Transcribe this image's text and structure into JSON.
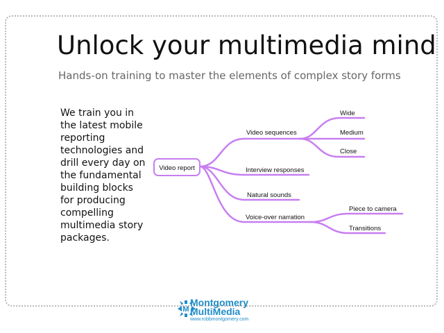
{
  "slide": {
    "title": "Unlock your multimedia mind",
    "subtitle": "Hands-on training to master the elements of complex story forms",
    "body_lines": [
      "We train you in",
      "the latest mobile",
      "reporting",
      "technologies and",
      "drill every day on",
      "the fundamental",
      "building blocks",
      "for producing",
      "compelling",
      "multimedia story",
      "packages."
    ]
  },
  "mindmap": {
    "branch_color": "#c77ef0",
    "root": "Video report",
    "branches": [
      {
        "label": "Video sequences",
        "children": [
          "Wide",
          "Medium",
          "Close"
        ]
      },
      {
        "label": "Interview responses",
        "children": []
      },
      {
        "label": "Natural sounds",
        "children": []
      },
      {
        "label": "Voice-over narration",
        "children": [
          "Piece to camera",
          "Transitions"
        ]
      }
    ]
  },
  "logo": {
    "line1": "Montgomery",
    "line2": "MultiMedia",
    "url": "www.robbmontgomery.com",
    "color": "#1f8cc8"
  }
}
